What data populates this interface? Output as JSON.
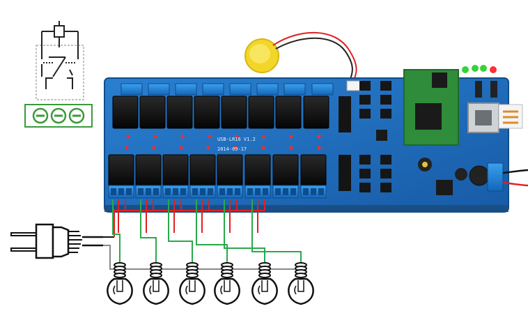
{
  "board": {
    "model_label": "USB-LR16 V1.2",
    "date_label": "2014-09-17",
    "relay_count": 16,
    "colors": {
      "pcb": "#1f6fc0",
      "pcb_edge": "#17589c",
      "relay": "#111111",
      "terminal": "#1e88d8",
      "module": "#2f8c3a",
      "led_red": "#ff2a2a"
    }
  },
  "inset": {
    "icon": "relay-contact-schematic-icon",
    "terminals": 3,
    "accent": "#3a9a3a"
  },
  "wiring": {
    "plug_icon": "power-plug-icon",
    "bulb_icon": "light-bulb-icon",
    "bulb_count": 6,
    "wire_red": "#e02020",
    "wire_green": "#2aa84a",
    "wire_gray": "#888888"
  },
  "battery_icon": "coin-cell-battery-icon"
}
